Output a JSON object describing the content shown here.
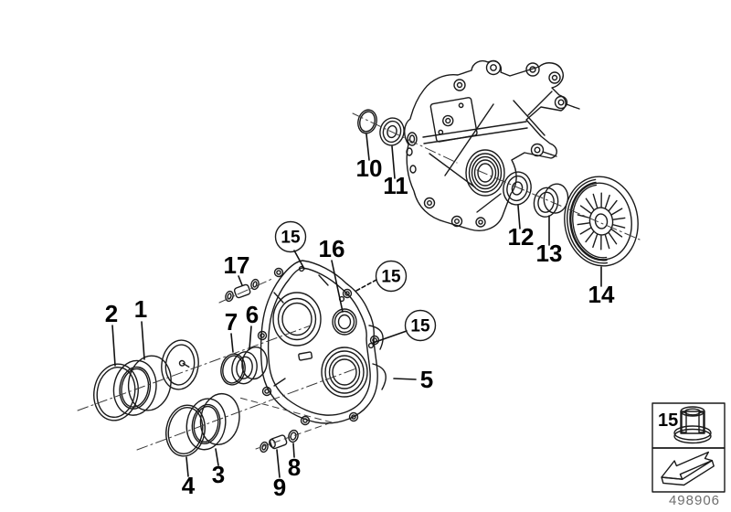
{
  "diagram": {
    "number": "498906",
    "callouts": {
      "c1": "1",
      "c2": "2",
      "c3": "3",
      "c4": "4",
      "c5": "5",
      "c6": "6",
      "c7": "7",
      "c8": "8",
      "c9": "9",
      "c10": "10",
      "c11": "11",
      "c12": "12",
      "c13": "13",
      "c14": "14",
      "c16": "16",
      "c17": "17"
    },
    "circled_callouts": {
      "a": "15",
      "b": "15",
      "c": "15"
    },
    "legend": {
      "part_label": "15",
      "part_icon": "bushing-sleeve-icon",
      "direction_icon": "installation-direction-arrow-icon"
    },
    "colors": {
      "line": "#1a1a1a",
      "seal_dark": "#2b2b2b",
      "legend_icon_gray": "#c3c3c3",
      "diagram_number_text": "#6e6e6e"
    }
  }
}
